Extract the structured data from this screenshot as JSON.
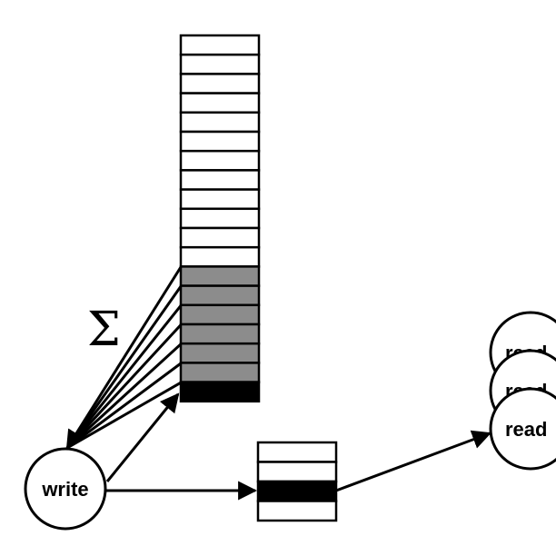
{
  "nodes": {
    "write_label": "write",
    "read_labels": [
      "read",
      "read",
      "read"
    ]
  },
  "sum_symbol": "Σ",
  "tall_buffer": {
    "total_cells": 19,
    "cell_states": [
      "empty",
      "empty",
      "empty",
      "empty",
      "empty",
      "empty",
      "empty",
      "empty",
      "empty",
      "empty",
      "empty",
      "empty",
      "gray",
      "gray",
      "gray",
      "gray",
      "gray",
      "gray",
      "black"
    ]
  },
  "small_buffer": {
    "total_cells": 4,
    "cell_states": [
      "empty",
      "empty",
      "black",
      "empty"
    ]
  },
  "colors": {
    "stroke": "#000000",
    "empty_cell": "#ffffff",
    "gray_cell": "#8c8c8c",
    "black_cell": "#000000",
    "background": "#ffffff"
  }
}
